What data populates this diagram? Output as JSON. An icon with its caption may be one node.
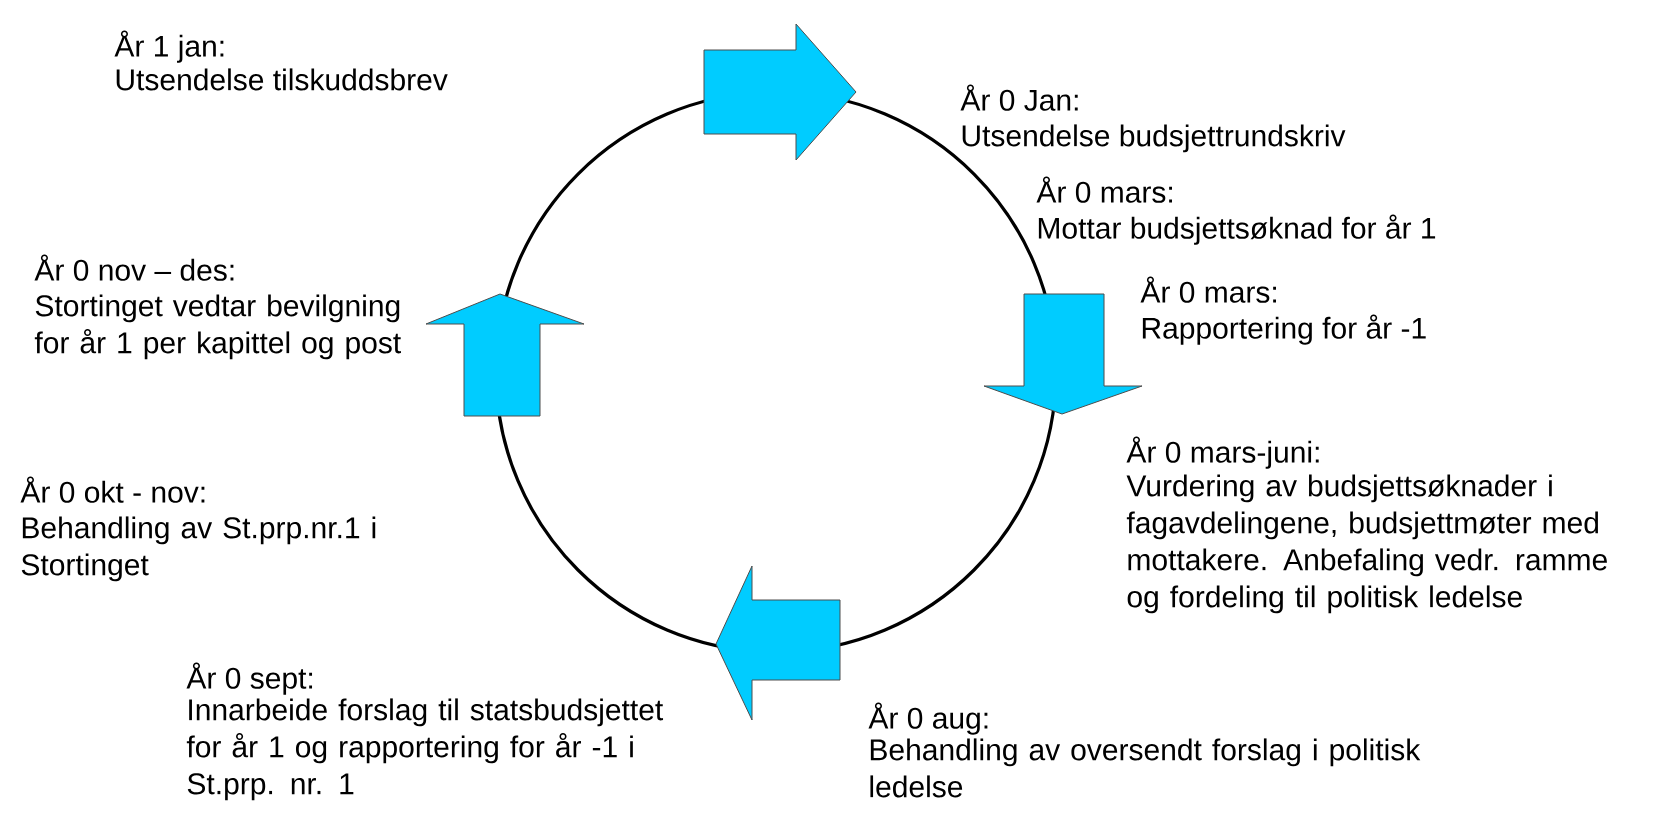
{
  "diagram": {
    "labels": [
      "År 1 jan:",
      "Utsendelse tilskuddsbrev",
      "År 0 Jan:",
      "Utsendelse budsjettrundskriv",
      "År 0 mars:",
      "Mottar budsjettsøknad for år 1",
      "År 0 nov – des:",
      "Stortinget vedtar bevilgning for år 1 per kapittel og post",
      "År 0 mars:",
      "Rapportering for år -1",
      "År 0 mars-juni:",
      "Vurdering av budsjettsøknader i fagavdelingene, budsjettmøter med mottakere. Anbefaling vedr. ramme og fordeling til politisk ledelse",
      "År 0 okt - nov:",
      "Behandling av St.prp.nr.1 i Stortinget",
      "År 0 sept:",
      "Innarbeide forslag til statsbudsjettet for år 1 og rapportering for år -1 i St.prp. nr. 1",
      "År 0 aug:",
      "Behandling av oversendt forslag i politisk ledelse"
    ]
  }
}
